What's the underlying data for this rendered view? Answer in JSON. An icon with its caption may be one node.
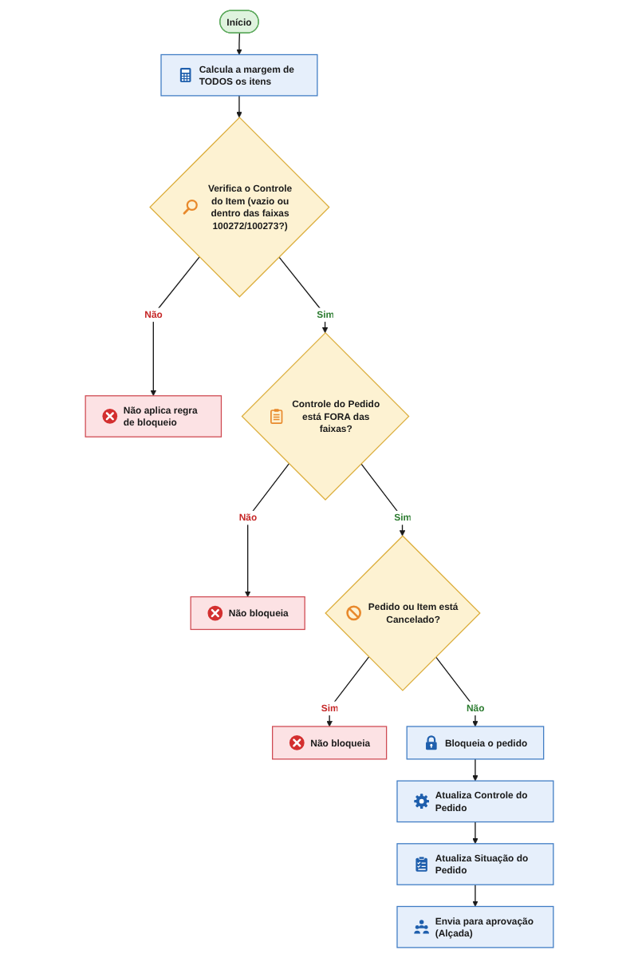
{
  "diagram": {
    "nodes": [
      {
        "text": [
          "Início"
        ]
      },
      {
        "text": [
          "Calcula a margem de TODOS os itens"
        ]
      },
      {
        "text": [
          "Verifica o Controle do Item (vazio ou dentro das faixas 100272/100273?)"
        ]
      },
      {
        "text": [
          "Não aplica regra de bloqueio"
        ]
      },
      {
        "text": [
          "Controle do Pedido está FORA das faixas?"
        ]
      },
      {
        "text": [
          "Não bloqueia"
        ]
      },
      {
        "text": [
          "Pedido ou Item está Cancelado?"
        ]
      },
      {
        "text": [
          "Não bloqueia"
        ]
      },
      {
        "text": [
          "Bloqueia o pedido"
        ]
      },
      {
        "text": [
          "Atualiza Controle do Pedido"
        ]
      },
      {
        "text": [
          "Atualiza Situação do Pedido"
        ]
      },
      {
        "text": [
          "Envia para aprovação (Alçada)"
        ]
      }
    ],
    "edges": [
      {
        "from": 0,
        "to": 1,
        "arrow": "to"
      },
      {
        "from": 1,
        "to": 2,
        "arrow": "to"
      },
      {
        "from": 2,
        "to": 3,
        "arrow": "to",
        "label": "Não"
      },
      {
        "from": 2,
        "to": 4,
        "arrow": "to",
        "label": "Sim"
      },
      {
        "from": 4,
        "to": 5,
        "arrow": "to",
        "label": "Não"
      },
      {
        "from": 4,
        "to": 6,
        "arrow": "to",
        "label": "Sim"
      },
      {
        "from": 6,
        "to": 7,
        "arrow": "to",
        "label": "Sim"
      },
      {
        "from": 6,
        "to": 8,
        "arrow": "to",
        "label": "Não"
      },
      {
        "from": 8,
        "to": 9,
        "arrow": "to"
      },
      {
        "from": 9,
        "to": 10,
        "arrow": "to"
      },
      {
        "from": 10,
        "to": 11,
        "arrow": "to"
      }
    ]
  }
}
